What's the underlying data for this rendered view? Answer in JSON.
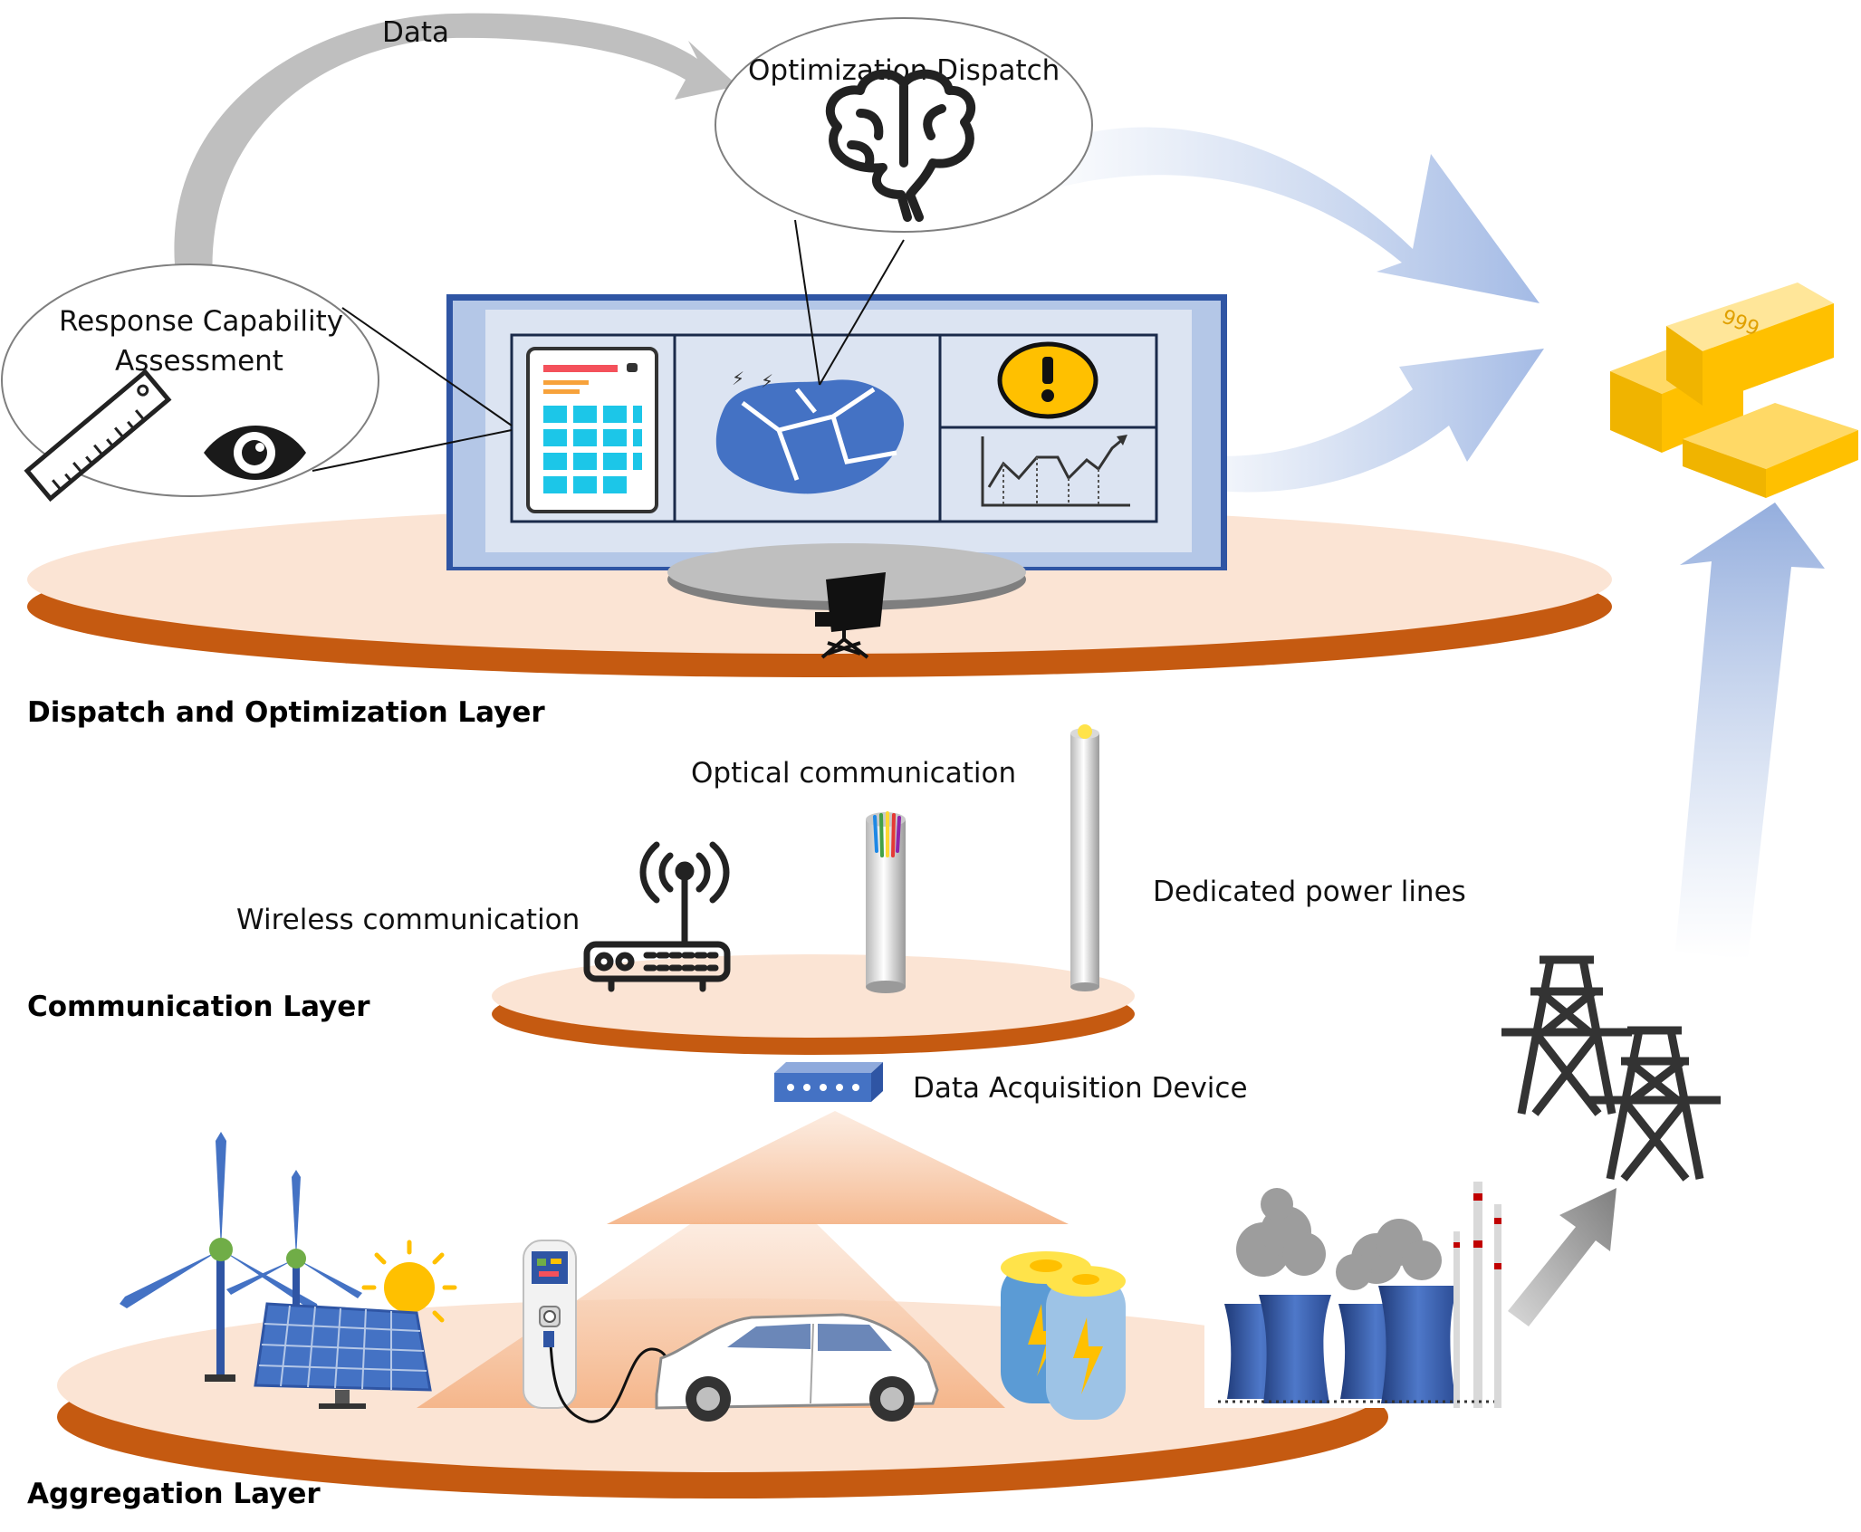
{
  "labels": {
    "data": "Data",
    "optimization_dispatch": "Optimization Dispatch",
    "response_line1": "Response Capability",
    "response_line2": "Assessment",
    "optical": "Optical communication",
    "dedicated": "Dedicated power lines",
    "wireless": "Wireless communication",
    "daq": "Data Acquisition Device",
    "gold_mark": "999"
  },
  "layers": {
    "dispatch": "Dispatch and Optimization Layer",
    "communication": "Communication Layer",
    "aggregation": "Aggregation Layer"
  },
  "colors": {
    "platform_top": "#fbe4d4",
    "platform_rim": "#c55a11",
    "screen_frame": "#2f55a4",
    "screen_fill": "#dce4f2",
    "map_blue": "#4472c4",
    "arrow_blue": "#b4c7e7",
    "gold": "#ffc000",
    "gray_arrow": "#bfbfbf"
  },
  "icons": [
    "brain-icon",
    "eye-icon",
    "ruler-icon",
    "dashboard-icon",
    "map-icon",
    "warning-icon",
    "line-chart-icon",
    "chair-icon",
    "router-icon",
    "fiber-cable-icon",
    "power-cable-icon",
    "daq-device-icon",
    "wind-turbine-icon",
    "solar-panel-icon",
    "sun-icon",
    "charging-station-icon",
    "electric-car-icon",
    "battery-icon",
    "power-plant-icon",
    "transmission-tower-icon",
    "gold-bars-icon"
  ]
}
